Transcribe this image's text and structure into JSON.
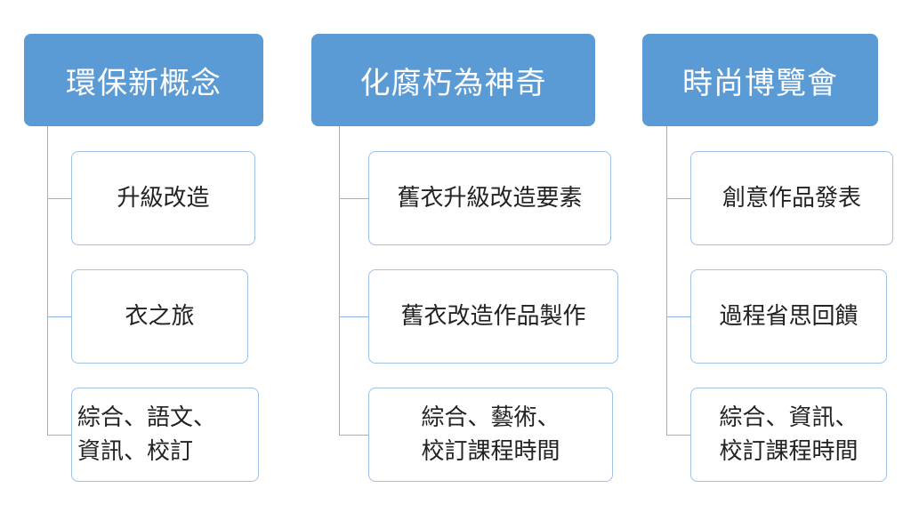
{
  "columns": [
    {
      "title": "環保新概念",
      "items": [
        "升級改造",
        "衣之旅",
        "綜合、語文、\n資訊、校訂"
      ]
    },
    {
      "title": "化腐朽為神奇",
      "items": [
        "舊衣升級改造要素",
        "舊衣改造作品製作",
        "綜合、藝術、\n校訂課程時間"
      ]
    },
    {
      "title": "時尚博覽會",
      "items": [
        "創意作品發表",
        "過程省思回饋",
        "綜合、資訊、\n校訂課程時間"
      ]
    }
  ],
  "colors": {
    "header_fill": "#5b9bd5",
    "connector": "#8fb4dc",
    "box_border": "#9fc1e4"
  }
}
